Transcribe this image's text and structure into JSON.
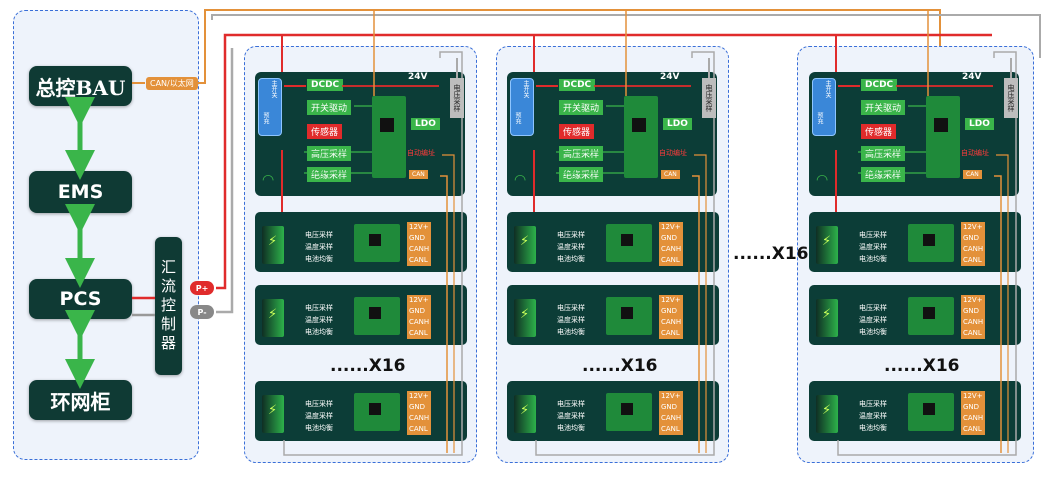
{
  "left": {
    "bau": "总控BAU",
    "ems": "EMS",
    "pcs": "PCS",
    "ring": "环网柜",
    "combiner": "汇流控制器",
    "link_tag": "CAN/以太网",
    "p_plus": "P+",
    "p_minus": "P-"
  },
  "cluster": {
    "dcdc": "DCDC",
    "v24": "24V",
    "switch_drive": "开关驱动",
    "sensor": "传感器",
    "hv_sample": "高压采样",
    "iso_sample": "绝缘采样",
    "ldo": "LDO",
    "auto_addr": "自动编址",
    "can": "CAN",
    "volt_sample": "电压采样",
    "main_switch": "主开关",
    "precharge": "预充"
  },
  "bmu": {
    "lines": [
      "电压采样",
      "温度采样",
      "电池均衡"
    ],
    "ports": [
      "12V+",
      "GND",
      "CANH",
      "CANL"
    ]
  },
  "multipliers": {
    "cluster": "......X16",
    "between": "......X16"
  },
  "colors": {
    "dark": "#0f3a34",
    "green": "#3ab54a",
    "red": "#e02b2b",
    "orange": "#e3913a",
    "gray": "#bdbdbd",
    "blue": "#3a6fd8"
  }
}
